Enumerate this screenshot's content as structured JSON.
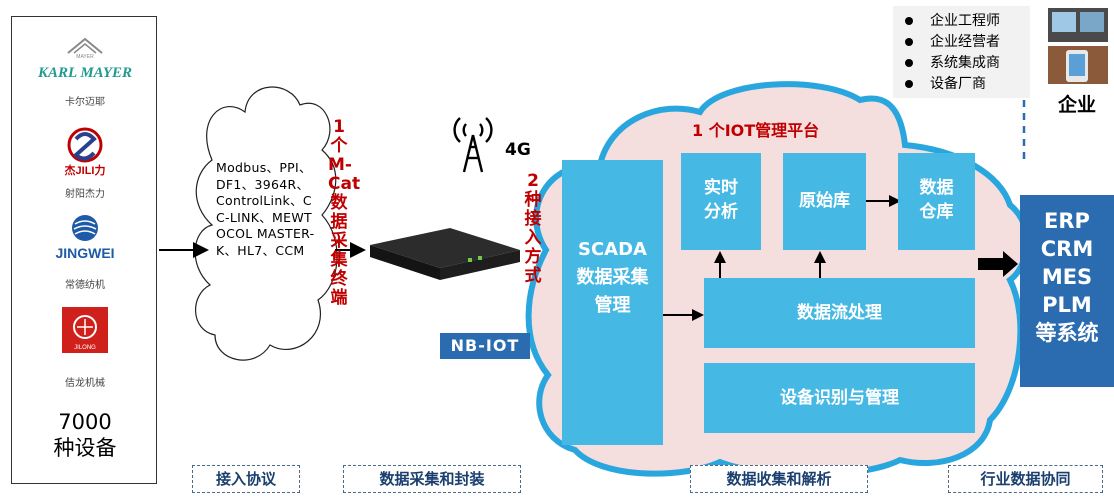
{
  "vendors": [
    {
      "logo_text": "KARL MAYER",
      "name": "卡尔迈耶"
    },
    {
      "logo_text": "杰JILI力",
      "name": "射阳杰力"
    },
    {
      "logo_text": "JINGWEI",
      "name": "常德纺机"
    },
    {
      "logo_text": "JILONG",
      "name": "佶龙机械"
    }
  ],
  "device_count_line1": "7000",
  "device_count_line2": "种设备",
  "protocols_text": "Modbus、PPI、DF1、3964R、ControlLink、CC-LINK、MEWTOCOL MASTER-K、HL7、CCM",
  "terminal_label": "1个M-Cat数据采集终端",
  "signal_label": "4G",
  "access_label": "2种接入方式",
  "nbiot_label": "NB-IOT",
  "platform_title": "1 个IOT管理平台",
  "modules": {
    "scada": "SCADA数据采集管理",
    "realtime": "实时分析",
    "raw_db": "原始库",
    "warehouse": "数据仓库",
    "stream": "数据流处理",
    "device_mgmt": "设备识别与管理"
  },
  "systems": [
    "ERP",
    "CRM",
    "MES",
    "PLM",
    "等系统"
  ],
  "roles": [
    "企业工程师",
    "企业经营者",
    "系统集成商",
    "设备厂商"
  ],
  "enterprise_label": "企业",
  "sections": [
    "接入协议",
    "数据采集和封装",
    "数据收集和解析",
    "行业数据协同"
  ],
  "colors": {
    "accent_red": "#c00000",
    "module_blue": "#46b8e4",
    "cloud_fill": "#f5dede",
    "erp_blue": "#2b6bb0",
    "label_blue": "#1a3f6f"
  }
}
